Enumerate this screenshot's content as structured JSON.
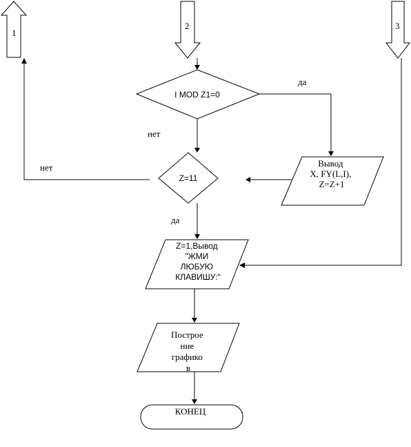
{
  "connectors": {
    "c1": "1",
    "c2": "2",
    "c3": "3"
  },
  "decision_mod": "I MOD Z1=0",
  "decision_z": "Z=11",
  "output_xfy": [
    "Вывод",
    "X, FY(L,I),",
    "Z=Z+1"
  ],
  "output_press": [
    "Z=1,Вывод",
    "\"ЖМИ",
    "ЛЮБУЮ",
    "КЛАВИШУ:\""
  ],
  "plot_block": [
    "Построе",
    "ние",
    "графико",
    "в"
  ],
  "end_block": "КОНЕЦ",
  "edge_labels": {
    "mod_yes": "да",
    "mod_no": "нет",
    "z_no": "нет",
    "z_yes": "да"
  }
}
